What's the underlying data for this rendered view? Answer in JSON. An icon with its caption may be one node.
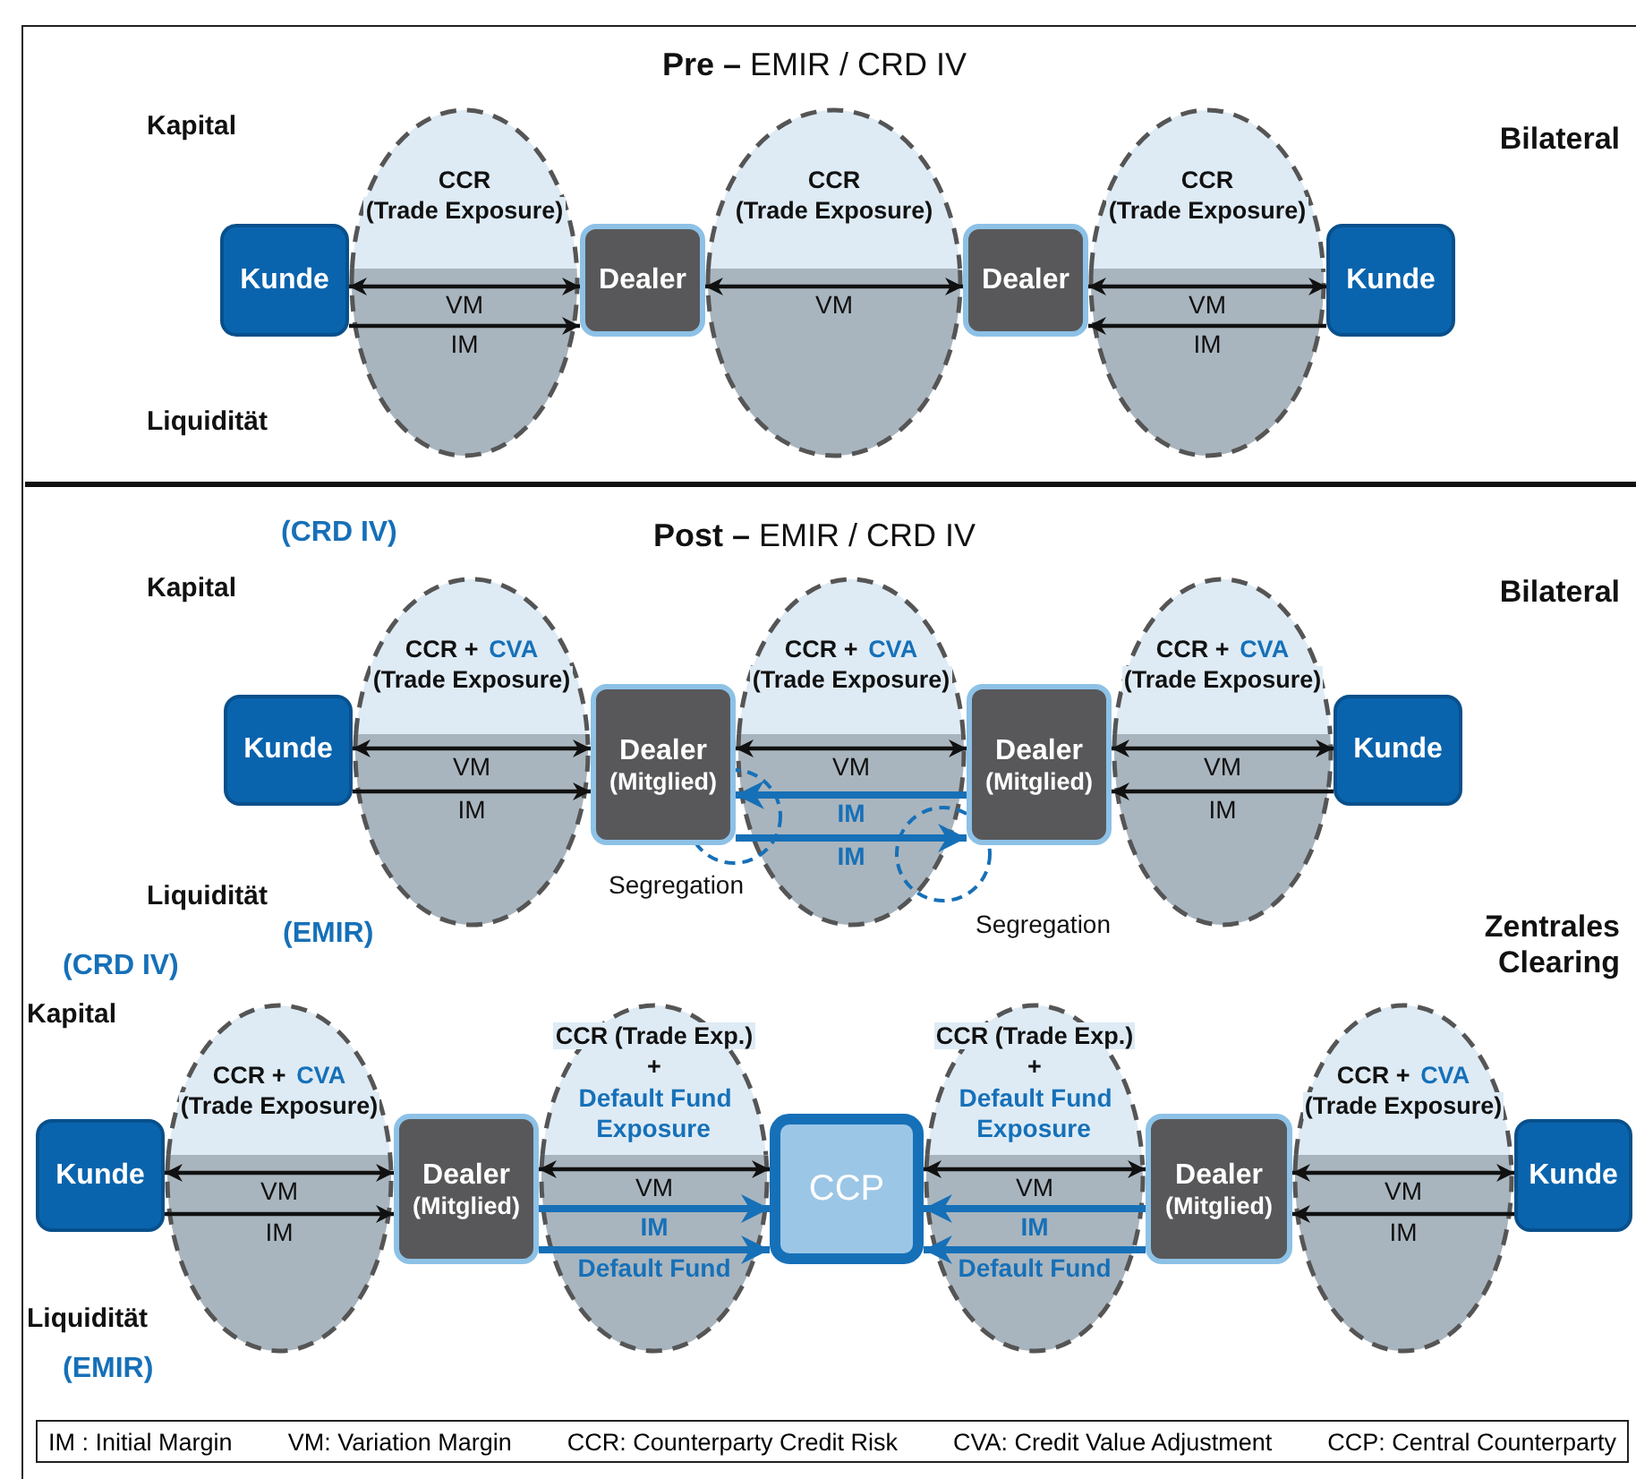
{
  "diagram": {
    "nodes": [
      {
        "text": [
          "Kunde"
        ]
      },
      {
        "text": [
          "CCR",
          "(Trade Exposure)"
        ]
      },
      {
        "text": [
          "Dealer"
        ]
      },
      {
        "text": [
          "CCR",
          "(Trade Exposure)"
        ]
      },
      {
        "text": [
          "Dealer"
        ]
      },
      {
        "text": [
          "CCR",
          "(Trade Exposure)"
        ]
      },
      {
        "text": [
          "Kunde"
        ]
      },
      {
        "text": [
          "Kunde"
        ]
      },
      {
        "text": [
          "CCR +",
          "CVA",
          "(Trade Exposure)"
        ]
      },
      {
        "text": [
          "Dealer",
          "(Mitglied)"
        ]
      },
      {
        "text": [
          "CCR +",
          "CVA",
          "(Trade Exposure)"
        ]
      },
      {
        "text": [
          "Dealer",
          "(Mitglied)"
        ]
      },
      {
        "text": [
          "CCR +",
          "CVA",
          "(Trade Exposure)"
        ]
      },
      {
        "text": [
          "Kunde"
        ]
      },
      {
        "text": [
          "Kunde"
        ]
      },
      {
        "text": [
          "CCR +",
          "CVA",
          "(Trade Exposure)"
        ]
      },
      {
        "text": [
          "Dealer",
          "(Mitglied)"
        ]
      },
      {
        "text": [
          "CCR (Trade Exp.)",
          "+",
          "Default Fund Exposure"
        ]
      },
      {
        "text": [
          "CCP"
        ]
      },
      {
        "text": [
          "CCR (Trade Exp.)",
          "+",
          "Default Fund Exposure"
        ]
      },
      {
        "text": [
          "Dealer",
          "(Mitglied)"
        ]
      },
      {
        "text": [
          "CCR +",
          "CVA",
          "(Trade Exposure)"
        ]
      },
      {
        "text": [
          "Kunde"
        ]
      }
    ],
    "edges": [
      {
        "from": 0,
        "to": 2,
        "arrow": "both",
        "label": "VM"
      },
      {
        "from": 0,
        "to": 2,
        "arrow": "to",
        "label": "IM"
      },
      {
        "from": 2,
        "to": 4,
        "arrow": "both",
        "label": "VM"
      },
      {
        "from": 4,
        "to": 6,
        "arrow": "both",
        "label": "VM"
      },
      {
        "from": 6,
        "to": 4,
        "arrow": "to",
        "label": "IM"
      },
      {
        "from": 7,
        "to": 9,
        "arrow": "both",
        "label": "VM"
      },
      {
        "from": 7,
        "to": 9,
        "arrow": "to",
        "label": "IM"
      },
      {
        "from": 9,
        "to": 11,
        "arrow": "both",
        "label": "VM"
      },
      {
        "from": 11,
        "to": 9,
        "arrow": "to",
        "label": "IM",
        "style": "thick",
        "color": "#1670b8"
      },
      {
        "from": 9,
        "to": 11,
        "arrow": "to",
        "label": "IM",
        "style": "thick",
        "color": "#1670b8"
      },
      {
        "from": 11,
        "to": 13,
        "arrow": "both",
        "label": "VM"
      },
      {
        "from": 13,
        "to": 11,
        "arrow": "to",
        "label": "IM"
      },
      {
        "from": 14,
        "to": 16,
        "arrow": "both",
        "label": "VM"
      },
      {
        "from": 14,
        "to": 16,
        "arrow": "to",
        "label": "IM"
      },
      {
        "from": 16,
        "to": 18,
        "arrow": "both",
        "label": "VM"
      },
      {
        "from": 16,
        "to": 18,
        "arrow": "to",
        "label": "IM",
        "style": "thick",
        "color": "#1670b8"
      },
      {
        "from": 16,
        "to": 18,
        "arrow": "to",
        "label": "Default Fund",
        "style": "thick",
        "color": "#1670b8"
      },
      {
        "from": 18,
        "to": 20,
        "arrow": "both",
        "label": "VM"
      },
      {
        "from": 20,
        "to": 18,
        "arrow": "to",
        "label": "IM",
        "style": "thick",
        "color": "#1670b8"
      },
      {
        "from": 20,
        "to": 18,
        "arrow": "to",
        "label": "Default Fund",
        "style": "thick",
        "color": "#1670b8"
      },
      {
        "from": 20,
        "to": 22,
        "arrow": "both",
        "label": "VM"
      },
      {
        "from": 22,
        "to": 20,
        "arrow": "to",
        "label": "IM"
      }
    ],
    "labels": [
      "**Pre –** EMIR / CRD IV",
      "Kapital",
      "Bilateral",
      "Liquidität",
      "(CRD IV)",
      "**Post –** EMIR / CRD IV",
      "Kapital",
      "Bilateral",
      "Liquidität",
      "Segregation",
      "(EMIR)",
      "Segregation",
      "Zentrales Clearing",
      "(CRD IV)",
      "Kapital",
      "Liquidität",
      "(EMIR)",
      "IM : Initial Margin",
      "VM: Variation Margin",
      "CCR: Counterparty Credit Risk",
      "CVA: Credit Value Adjustment",
      "CCP: Central Counterparty"
    ]
  }
}
